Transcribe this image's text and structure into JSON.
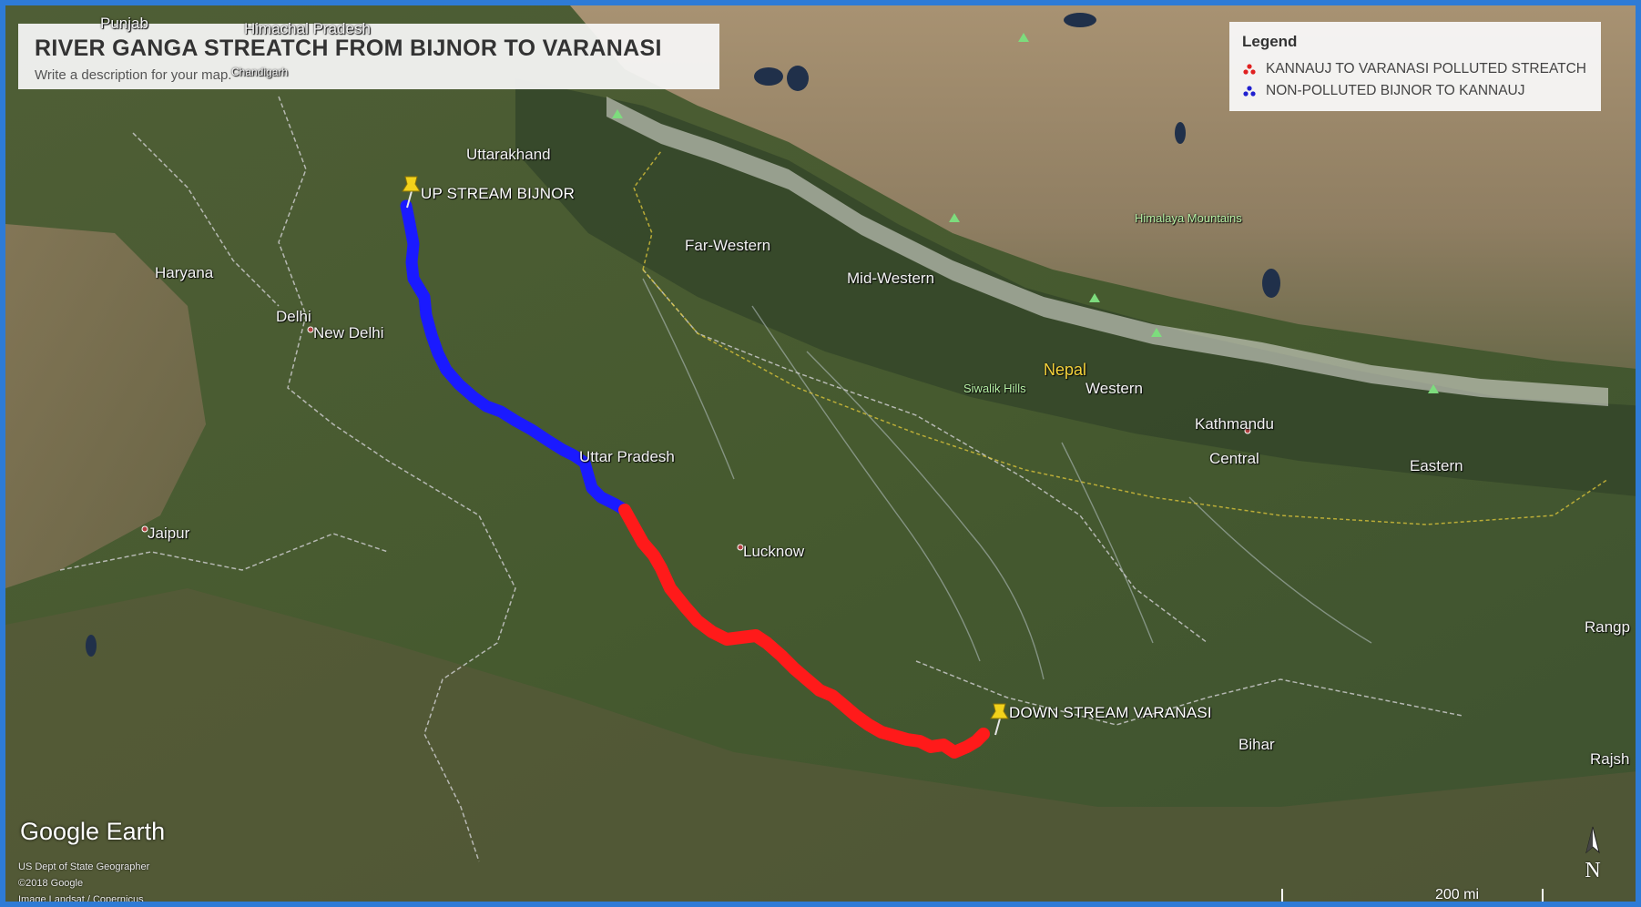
{
  "map": {
    "title": "RIVER GANGA STREATCH FROM BIJNOR TO VARANASI",
    "description": "Write a description for your map."
  },
  "legend": {
    "title": "Legend",
    "items": [
      {
        "label": "KANNAUJ TO VARANASI POLLUTED STREATCH",
        "color": "#ff1a1a"
      },
      {
        "label": "NON-POLLUTED BIJNOR TO KANNAUJ",
        "color": "#1a1aff"
      }
    ]
  },
  "markers": {
    "upstream": "UP STREAM BIJNOR",
    "downstream": "DOWN STREAM VARANASI"
  },
  "places": {
    "punjab": "Punjab",
    "himachal": "Himachal Pradesh",
    "chandigarh": "Chandigarh",
    "uttarakhand": "Uttarakhand",
    "haryana": "Haryana",
    "delhi": "Delhi",
    "new_delhi": "New Delhi",
    "uttar_pradesh": "Uttar Pradesh",
    "jaipur": "Jaipur",
    "lucknow": "Lucknow",
    "far_western": "Far-Western",
    "mid_western": "Mid-Western",
    "himalaya": "Himalaya Mountains",
    "nepal": "Nepal",
    "siwalik": "Siwalik Hills",
    "western": "Western",
    "kathmandu": "Kathmandu",
    "central": "Central",
    "eastern": "Eastern",
    "bihar": "Bihar",
    "rangpur": "Rangp",
    "rajshahi": "Rajsh"
  },
  "branding": {
    "logo": "Google Earth",
    "credit_1": "US Dept of State Geographer",
    "credit_2": "©2018 Google",
    "credit_3": "Image Landsat / Copernicus",
    "north": "N",
    "scale": "200 mi"
  },
  "colors": {
    "polluted": "#ff1a1a",
    "non_polluted": "#1a1aff",
    "pin": "#f2d21b",
    "frame": "#2e7bd6"
  }
}
